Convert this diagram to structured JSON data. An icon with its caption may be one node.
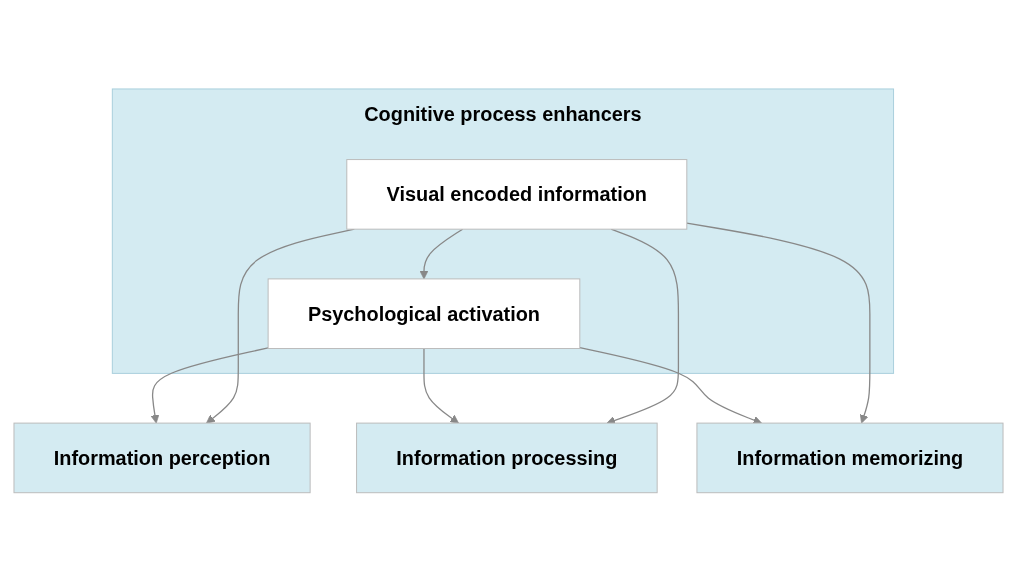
{
  "diagram": {
    "nodes": [
      {
        "text": [
          "Cognitive process enhancers"
        ]
      },
      {
        "text": [
          "Psychological activation"
        ],
        "in": 0
      },
      {
        "text": [
          "Visual encoded information"
        ],
        "in": 0
      },
      {
        "text": [
          "Information perception"
        ]
      },
      {
        "text": [
          "Information processing"
        ]
      },
      {
        "text": [
          "Information memorizing"
        ]
      }
    ],
    "edges": [
      {
        "from": 2,
        "to": 1,
        "arrow": "to"
      },
      {
        "from": 1,
        "to": 3,
        "arrow": "to"
      },
      {
        "from": 1,
        "to": 4,
        "arrow": "to"
      },
      {
        "from": 1,
        "to": 5,
        "arrow": "to"
      },
      {
        "from": 2,
        "to": 3,
        "arrow": "to"
      },
      {
        "from": 2,
        "to": 4,
        "arrow": "to"
      },
      {
        "from": 2,
        "to": 5,
        "arrow": "to"
      }
    ]
  }
}
